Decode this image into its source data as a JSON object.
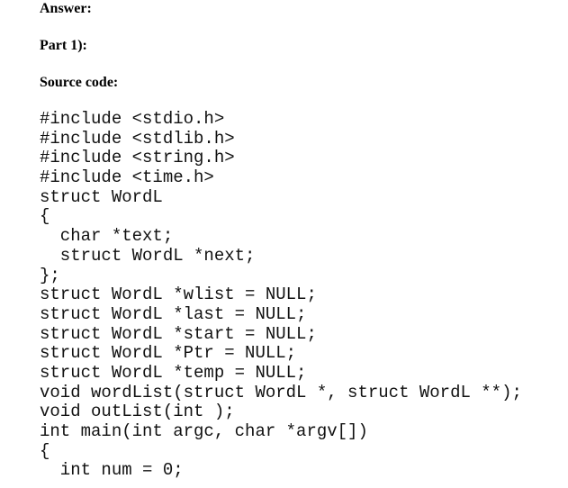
{
  "answer_heading": "Answer:",
  "part_heading": "Part 1):",
  "source_heading": "Source code:",
  "code_lines": [
    "#include <stdio.h>",
    "#include <stdlib.h>",
    "#include <string.h>",
    "#include <time.h>",
    "struct WordL",
    "{",
    "  char *text;",
    "  struct WordL *next;",
    "};",
    "struct WordL *wlist = NULL;",
    "struct WordL *last = NULL;",
    "struct WordL *start = NULL;",
    "struct WordL *Ptr = NULL;",
    "struct WordL *temp = NULL;",
    "void wordList(struct WordL *, struct WordL **);",
    "void outList(int );",
    "int main(int argc, char *argv[])",
    "{",
    "  int num = 0;"
  ]
}
